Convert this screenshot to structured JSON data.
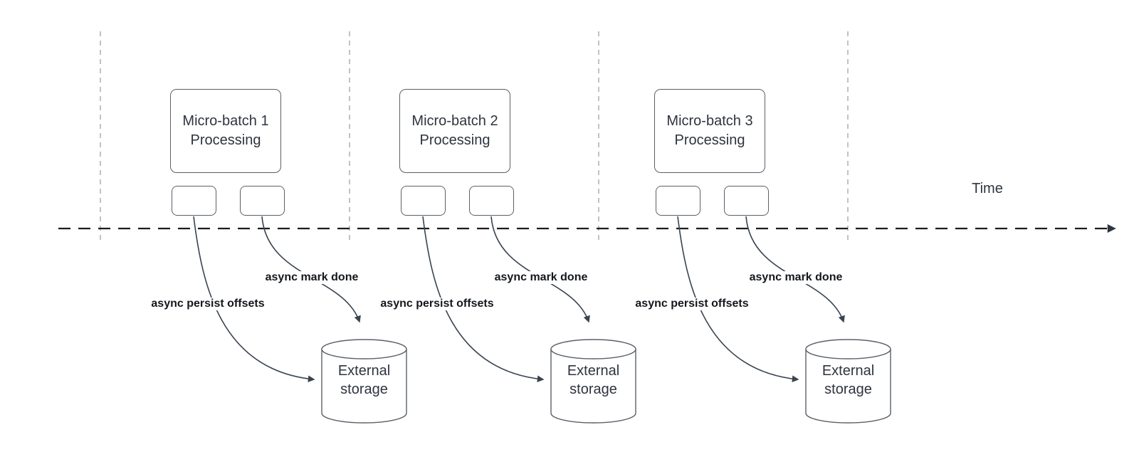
{
  "axis": {
    "time_label": "Time"
  },
  "batches": [
    {
      "box_line1": "Micro-batch 1",
      "box_line2": "Processing",
      "persist_arrow_label": "async persist offsets",
      "mark_done_arrow_label": "async mark done",
      "storage_line1": "External",
      "storage_line2": "storage"
    },
    {
      "box_line1": "Micro-batch 2",
      "box_line2": "Processing",
      "persist_arrow_label": "async persist offsets",
      "mark_done_arrow_label": "async mark done",
      "storage_line1": "External",
      "storage_line2": "storage"
    },
    {
      "box_line1": "Micro-batch 3",
      "box_line2": "Processing",
      "persist_arrow_label": "async persist offsets",
      "mark_done_arrow_label": "async mark done",
      "storage_line1": "External",
      "storage_line2": "storage"
    }
  ],
  "colors": {
    "shape_stroke": "#5a6069",
    "arrow_stroke": "#3a4450",
    "axis_stroke": "#1c1c1e",
    "divider_stroke": "#a6a8aa",
    "edge_label_text": "#14171d",
    "shape_text": "#2e343e"
  }
}
